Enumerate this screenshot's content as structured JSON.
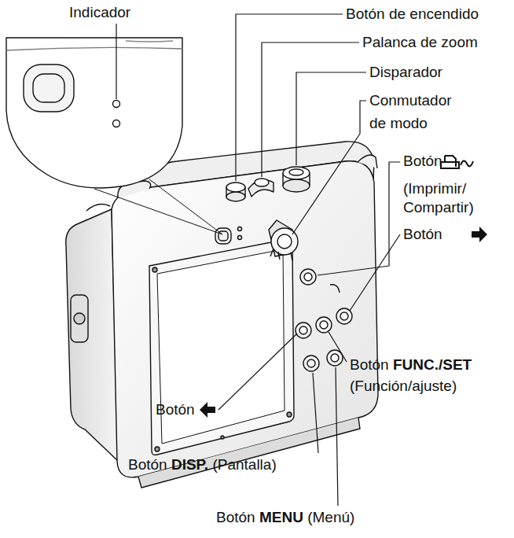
{
  "diagram": {
    "labels": [
      "Indicador",
      "Botón de encendido",
      "Palanca de zoom",
      "Disparador",
      "Conmutador de modo",
      "Botón",
      "(Imprimir/ Compartir)",
      "Botón",
      "Botón",
      "FUNC./SET",
      "(Función/ajuste)",
      "Botón",
      "Botón",
      "DISP.",
      "(Pantalla)",
      "Botón",
      "MENU",
      "(Menú)"
    ]
  }
}
